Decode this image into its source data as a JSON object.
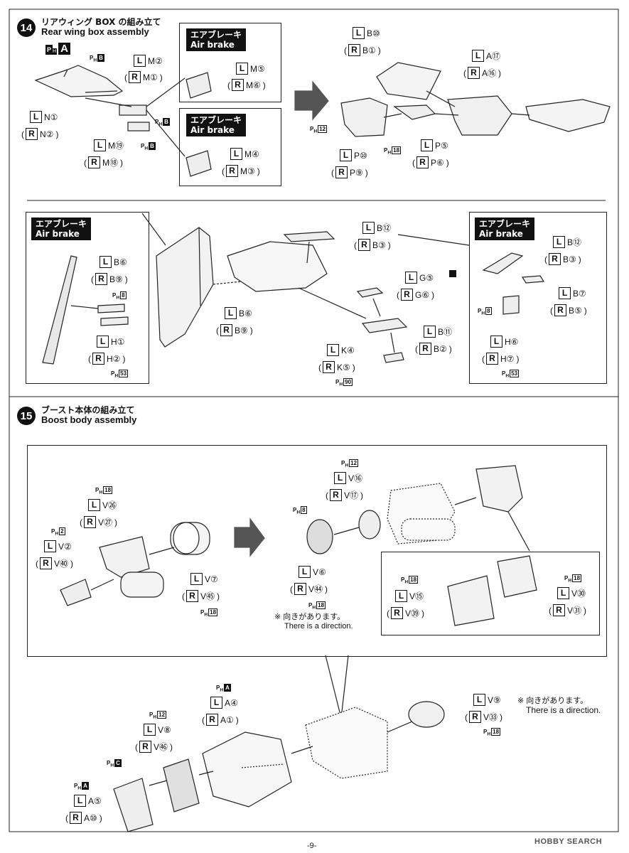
{
  "step14": {
    "number": "14",
    "title_jp": "リアウィング BOX の組み立て",
    "title_en": "Rear wing box assembly",
    "ph_badge": "A"
  },
  "step15": {
    "number": "15",
    "title_jp": "ブースト本体の組み立て",
    "title_en": "Boost body assembly"
  },
  "airbrake_jp": "エアブレーキ",
  "airbrake_en": "Air brake",
  "note_jp": "※ 向きがあります。",
  "note_en": "There is a direction.",
  "page_number": "-9-",
  "watermark": "HOBBY SEARCH",
  "paint_prefix": "P",
  "paint_sub": "H",
  "side_left": "L",
  "side_right": "R",
  "paren_open": "(",
  "paren_close": ")",
  "parts": {
    "s14_m2": "M②",
    "s14_m1": "M①",
    "s14_n1": "N①",
    "s14_n2": "N②",
    "s14_m19": "M⑲",
    "s14_m18": "M⑱",
    "s14_m5": "M⑤",
    "s14_m6": "M⑥",
    "s14_m4": "M④",
    "s14_m3": "M③",
    "s14_b10": "B⑩",
    "s14_b1": "B①",
    "s14_a17": "A⑰",
    "s14_a16": "A⑯",
    "s14_p10": "P⑩",
    "s14_p9": "P⑨",
    "s14_p5": "P⑤",
    "s14_p6": "P⑥",
    "ab_b6": "B⑥",
    "ab_b9": "B⑨",
    "ab_h1": "H①",
    "ab_h2": "H②",
    "mid_b6": "B⑥",
    "mid_b9": "B⑨",
    "mid_b12": "B⑫",
    "mid_b3": "B③",
    "mid_g5": "G⑤",
    "mid_g6": "G⑥",
    "mid_b11": "B⑪",
    "mid_b2": "B②",
    "mid_k4": "K④",
    "mid_k5": "K⑤",
    "rab_b12": "B⑫",
    "rab_b3": "B③",
    "rab_b7": "B⑦",
    "rab_b5": "B⑤",
    "rab_h6": "H⑥",
    "rab_h7": "H⑦",
    "s15_v26": "V㉖",
    "s15_v27": "V㉗",
    "s15_v2": "V②",
    "s15_v40": "V㊵",
    "s15_v7": "V⑦",
    "s15_v45": "V㊺",
    "s15_v16": "V⑯",
    "s15_v17": "V⑰",
    "s15_v6": "V⑥",
    "s15_v44": "V㊹",
    "s15_v15": "V⑮",
    "s15_v39": "V㊴",
    "s15_v30": "V㉚",
    "s15_v31": "V㉛",
    "s15_a4": "A④",
    "s15_a1": "A①",
    "s15_v8": "V⑧",
    "s15_v46": "V㊻",
    "s15_a5": "A⑤",
    "s15_a10": "A⑩",
    "s15_v9": "V⑨",
    "s15_v33": "V㉝"
  },
  "paint_refs": {
    "s14_b": "B",
    "s14_b2": "B",
    "s14_b3": "B",
    "s14_12": "12",
    "s14_18": "18",
    "ab_8": "8",
    "ab_53": "53",
    "mid_90": "90",
    "rab_8": "8",
    "rab_53": "53",
    "s15_18a": "18",
    "s15_2": "2",
    "s15_18b": "18",
    "s15_12": "12",
    "s15_8": "8",
    "s15_18c": "18",
    "s15_18d": "18",
    "s15_18e": "18",
    "s15_A": "A",
    "s15_12b": "12",
    "s15_C": "C",
    "s15_A2": "A",
    "s15_18f": "18"
  }
}
